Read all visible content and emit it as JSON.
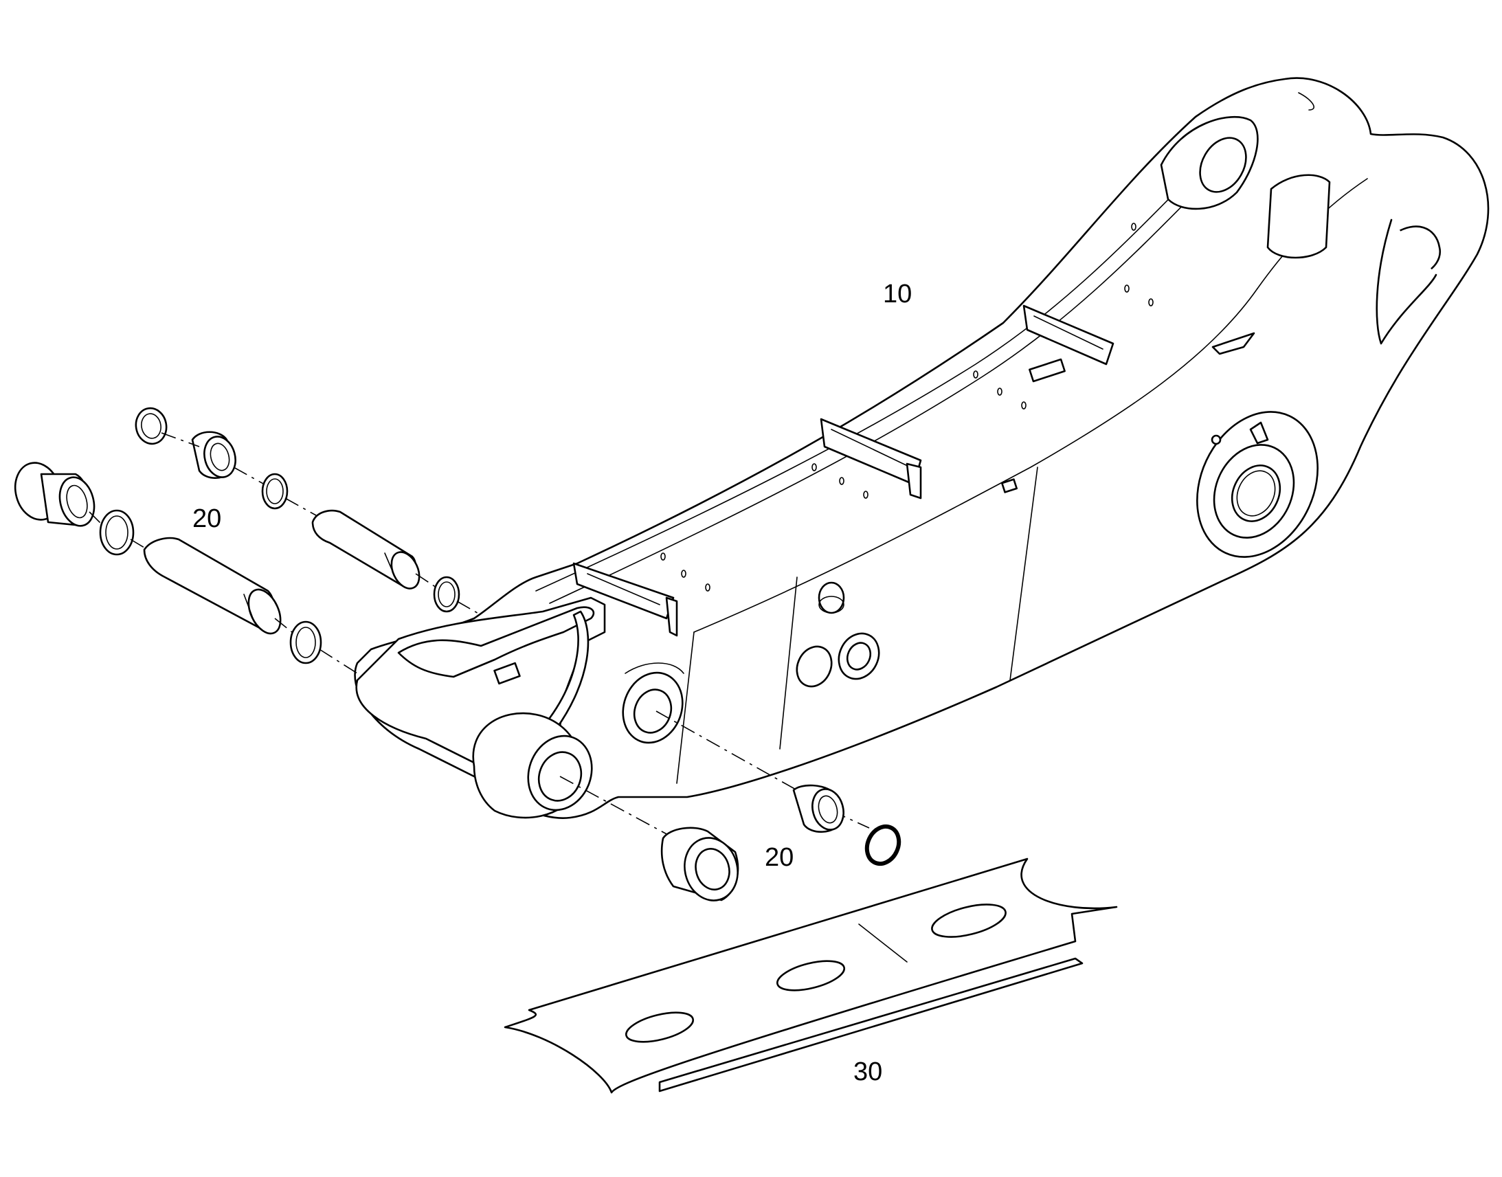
{
  "callouts": {
    "boom": "10",
    "bushing_set_left": "20",
    "bushing_set_right": "20",
    "wear_plate": "30"
  }
}
